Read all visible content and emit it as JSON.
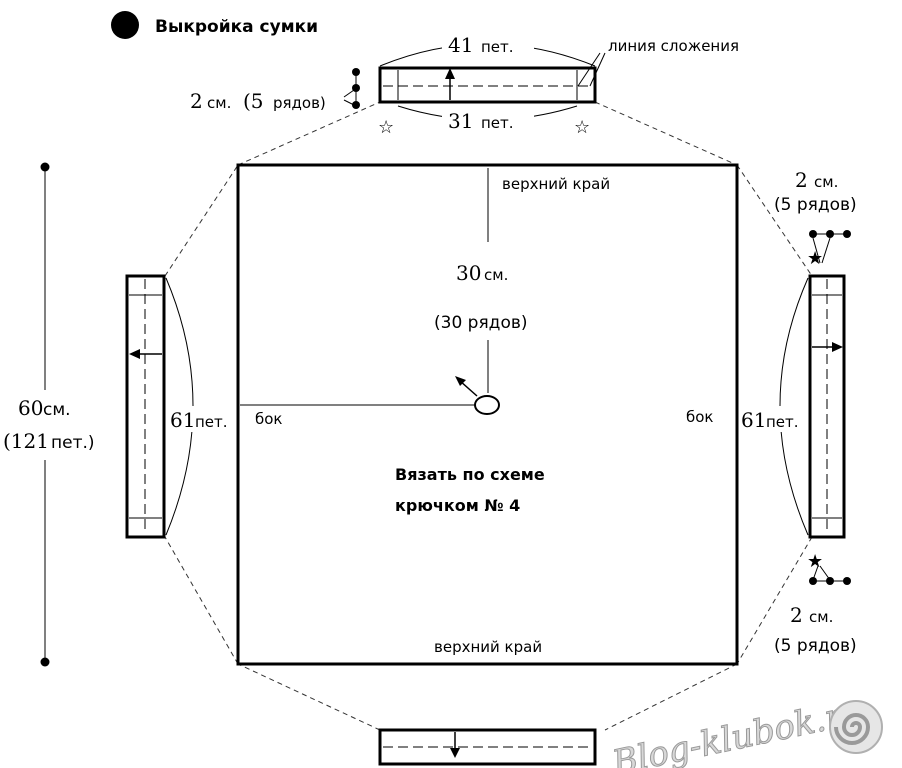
{
  "title": "Выкройка сумки",
  "top_strap": {
    "stitches_top": "41",
    "stitches_bottom": "31",
    "unit_st": "пет.",
    "fold_line": "линия сложения",
    "height_num": "2",
    "height_unit": "см.",
    "rows_num": "(5",
    "rows_word": "рядов)"
  },
  "panel": {
    "top_edge": "верхний край",
    "bottom_edge": "верхний край",
    "side_left": "бок",
    "side_right": "бок",
    "height_num": "30",
    "height_unit": "см.",
    "rows": "(30 рядов)",
    "instruction_line1": "Вязать по схеме",
    "instruction_line2": "крючком № 4"
  },
  "left_strap": {
    "stitches_num": "61",
    "unit_st": "пет."
  },
  "right_strap": {
    "stitches_num": "61",
    "unit_st": "пет.",
    "top_cm_num": "2",
    "top_cm_unit": "см.",
    "top_rows": "(5 рядов)",
    "bottom_cm_num": "2",
    "bottom_cm_unit": "см.",
    "bottom_rows": "(5 рядов)"
  },
  "overall": {
    "length_num": "60",
    "length_unit": "см.",
    "stitches_open": "(121",
    "stitches_unit": "пет.)"
  },
  "watermark": "Blog-klubok.ru"
}
